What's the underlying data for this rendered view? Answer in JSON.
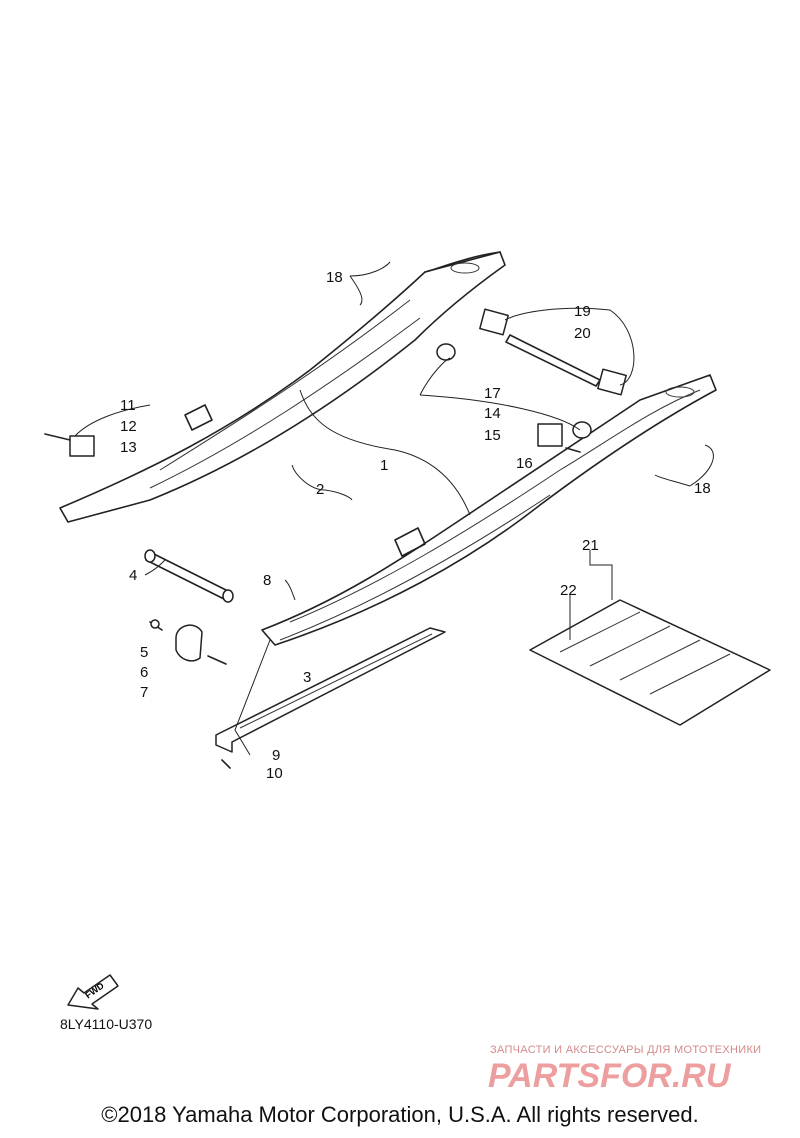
{
  "callouts": [
    "1",
    "2",
    "3",
    "4",
    "5",
    "6",
    "7",
    "8",
    "9",
    "10",
    "11",
    "12",
    "13",
    "14",
    "15",
    "16",
    "17",
    "18",
    "18",
    "19",
    "20",
    "21",
    "22"
  ],
  "fwd_label": "FWD",
  "diagram_code": "8LY4110-U370",
  "copyright": "©2018 Yamaha Motor Corporation, U.S.A. All rights reserved.",
  "watermark": {
    "tagline": "ЗАПЧАСТИ И АКСЕССУАРЫ ДЛЯ МОТОТЕХНИКИ",
    "logo_text": "PARTSFOR.RU",
    "color": "#e05050"
  }
}
